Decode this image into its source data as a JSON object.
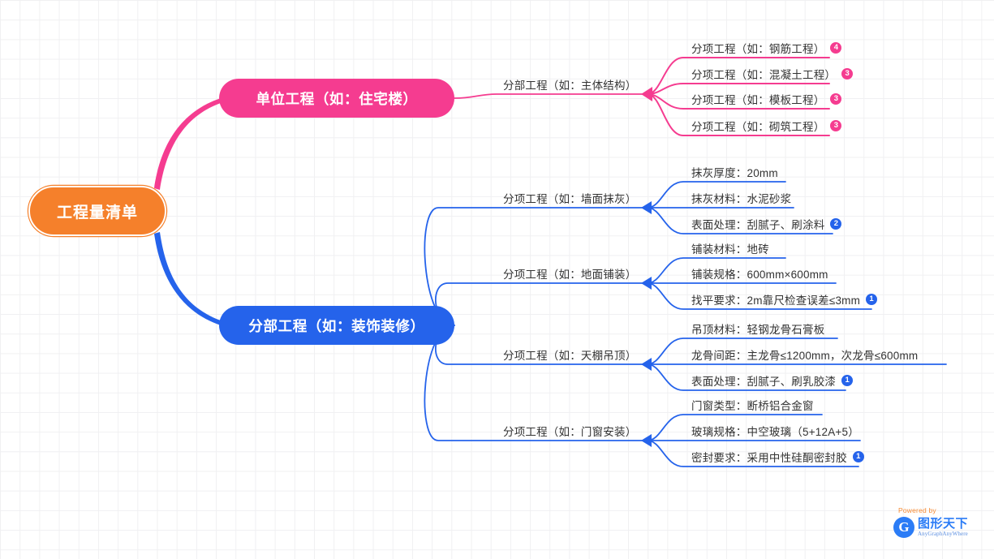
{
  "root": {
    "label": "工程量清单",
    "color": "#F5802B"
  },
  "branches": [
    {
      "id": "unit",
      "label": "单位工程（如：住宅楼）",
      "color": "#F53C90",
      "children": [
        {
          "label": "分部工程（如：主体结构）",
          "items": [
            {
              "label": "分项工程（如：钢筋工程）",
              "badge": "4"
            },
            {
              "label": "分项工程（如：混凝土工程）",
              "badge": "3"
            },
            {
              "label": "分项工程（如：模板工程）",
              "badge": "3"
            },
            {
              "label": "分项工程（如：砌筑工程）",
              "badge": "3"
            }
          ]
        }
      ]
    },
    {
      "id": "decor",
      "label": "分部工程（如：装饰装修）",
      "color": "#2563EB",
      "children": [
        {
          "label": "分项工程（如：墙面抹灰）",
          "items": [
            {
              "label": "抹灰厚度：20mm",
              "badge": ""
            },
            {
              "label": "抹灰材料：水泥砂浆",
              "badge": ""
            },
            {
              "label": "表面处理：刮腻子、刷涂料",
              "badge": "2"
            }
          ]
        },
        {
          "label": "分项工程（如：地面铺装）",
          "items": [
            {
              "label": "铺装材料：地砖",
              "badge": ""
            },
            {
              "label": "铺装规格：600mm×600mm",
              "badge": ""
            },
            {
              "label": "找平要求：2m靠尺检查误差≤3mm",
              "badge": "1"
            }
          ]
        },
        {
          "label": "分项工程（如：天棚吊顶）",
          "items": [
            {
              "label": "吊顶材料：轻钢龙骨石膏板",
              "badge": ""
            },
            {
              "label": "龙骨间距：主龙骨≤1200mm，次龙骨≤600mm",
              "badge": ""
            },
            {
              "label": "表面处理：刮腻子、刷乳胶漆",
              "badge": "1"
            }
          ]
        },
        {
          "label": "分项工程（如：门窗安装）",
          "items": [
            {
              "label": "门窗类型：断桥铝合金窗",
              "badge": ""
            },
            {
              "label": "玻璃规格：中空玻璃（5+12A+5）",
              "badge": ""
            },
            {
              "label": "密封要求：采用中性硅酮密封胶",
              "badge": "1"
            }
          ]
        }
      ]
    }
  ],
  "watermark": {
    "powered_by": "Powered by",
    "brand_cn": "图形天下",
    "brand_en": "AnyGraphAnyWhere",
    "logo_letter": "G"
  }
}
